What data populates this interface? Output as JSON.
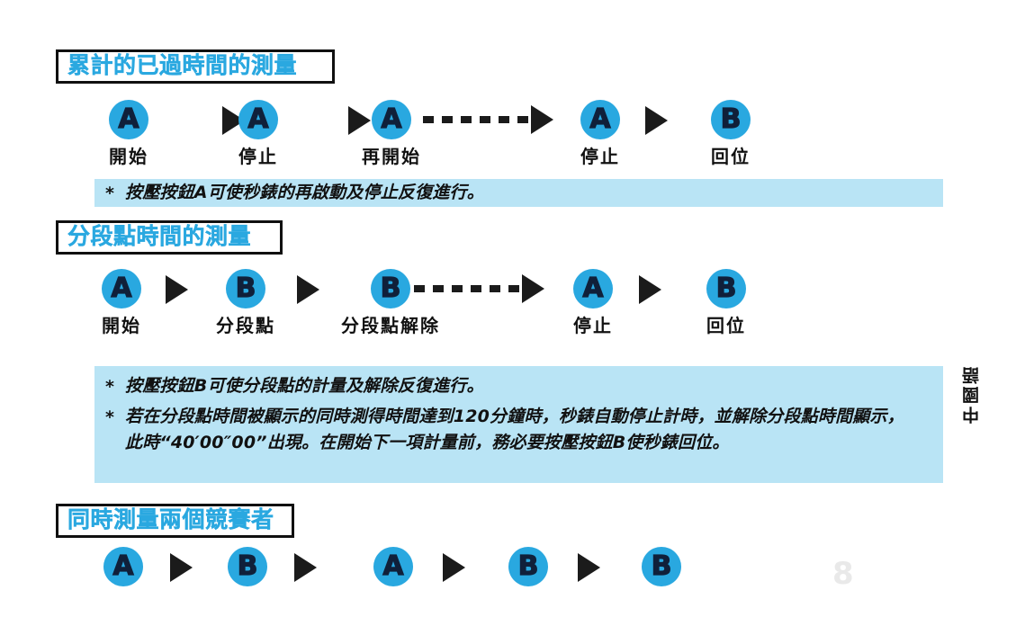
{
  "page": {
    "language_tab": "中國語",
    "page_number": "8",
    "accent_color": "#29a8e0",
    "note_background": "#b9e4f5",
    "ink_color": "#111111"
  },
  "sections": [
    {
      "heading": "累計的已過時間的測量",
      "steps": [
        {
          "badge": "A",
          "label": "開始"
        },
        {
          "badge": "A",
          "label": "停止"
        },
        {
          "badge": "A",
          "label": "再開始"
        },
        {
          "badge": "A",
          "label": "停止"
        },
        {
          "badge": "B",
          "label": "回位"
        }
      ],
      "notes": [
        {
          "bullet": "*",
          "text": "按壓按鈕A可使秒錶的再啟動及停止反復進行。"
        }
      ]
    },
    {
      "heading": "分段點時間的測量",
      "steps": [
        {
          "badge": "A",
          "label": "開始"
        },
        {
          "badge": "B",
          "label": "分段點"
        },
        {
          "badge": "B",
          "label": "分段點解除"
        },
        {
          "badge": "A",
          "label": "停止"
        },
        {
          "badge": "B",
          "label": "回位"
        }
      ],
      "notes": [
        {
          "bullet": "*",
          "text": "按壓按鈕B可使分段點的計量及解除反復進行。"
        },
        {
          "bullet": "*",
          "text": "若在分段點時間被顯示的同時測得時間達到120分鐘時，秒錶自動停止計時，並解除分段點時間顯示，此時“40′00″00”出現。在開始下一項計量前，務必要按壓按鈕B使秒錶回位。"
        }
      ]
    },
    {
      "heading": "同時測量兩個競賽者",
      "steps": [
        {
          "badge": "A",
          "label": ""
        },
        {
          "badge": "B",
          "label": ""
        },
        {
          "badge": "A",
          "label": ""
        },
        {
          "badge": "B",
          "label": ""
        },
        {
          "badge": "B",
          "label": ""
        }
      ],
      "notes": []
    }
  ]
}
